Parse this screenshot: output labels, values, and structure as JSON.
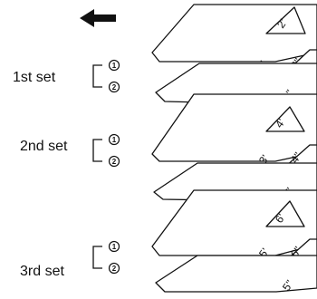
{
  "diagram": {
    "arrow_icon": "left-arrow-icon",
    "colors": {
      "stroke": "#111111",
      "background": "#ffffff"
    },
    "sets": [
      {
        "label": "1st set",
        "sheet_numbers": [
          "1",
          "2"
        ],
        "top_sheet": {
          "corner_label": "2'",
          "side_label": "1'",
          "corner_label_2": "2''"
        },
        "bottom_sheet": {
          "side_label": "1''"
        }
      },
      {
        "label": "2nd set",
        "sheet_numbers": [
          "1",
          "2"
        ],
        "top_sheet": {
          "corner_label": "4'",
          "side_label": "3'",
          "corner_label_2": "4''"
        },
        "bottom_sheet": {
          "side_label": "3''"
        }
      },
      {
        "label": "3rd set",
        "sheet_numbers": [
          "1",
          "2"
        ],
        "top_sheet": {
          "corner_label": "6'",
          "side_label": "5'",
          "corner_label_2": "6''"
        },
        "bottom_sheet": {
          "side_label": "5''"
        }
      }
    ]
  }
}
